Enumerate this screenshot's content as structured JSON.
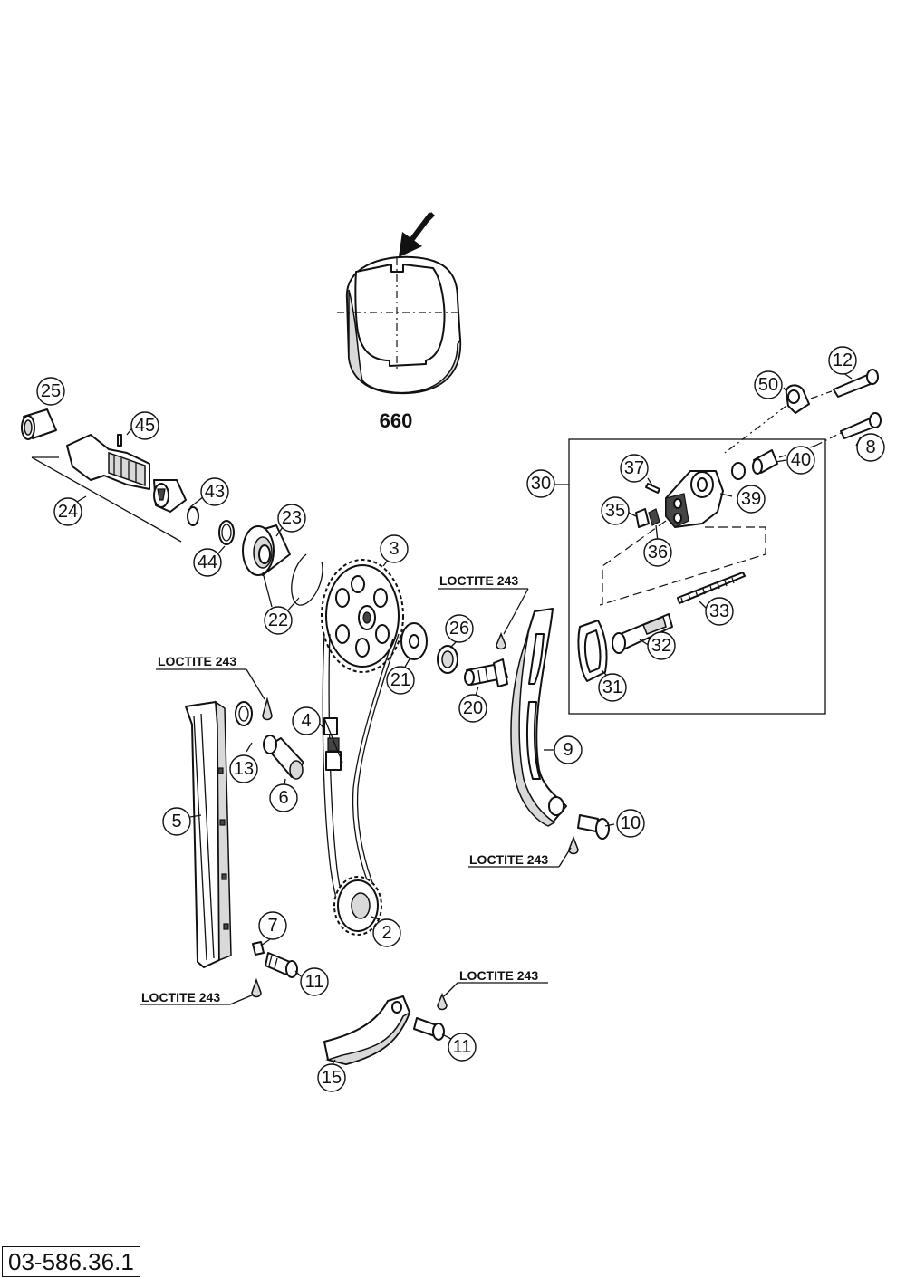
{
  "diagram": {
    "inset_label": "660",
    "document_id": "03-586.36.1",
    "callouts": {
      "c25": "25",
      "c45": "45",
      "c24": "24",
      "c43": "43",
      "c44": "44",
      "c23": "23",
      "c22": "22",
      "c3": "3",
      "c21": "21",
      "c26": "26",
      "c20": "20",
      "c4": "4",
      "c13": "13",
      "c6": "6",
      "c5": "5",
      "c7": "7",
      "c11a": "11",
      "c2": "2",
      "c9": "9",
      "c10": "10",
      "c11b": "11",
      "c15": "15",
      "c50": "50",
      "c12": "12",
      "c8": "8",
      "c40": "40",
      "c39": "39",
      "c37": "37",
      "c35": "35",
      "c36": "36",
      "c30": "30",
      "c33": "33",
      "c32": "32",
      "c31": "31"
    },
    "loctite_labels": {
      "l1": "LOCTITE 243",
      "l2": "LOCTITE 243",
      "l3": "LOCTITE 243",
      "l4": "LOCTITE 243",
      "l5": "LOCTITE 243"
    }
  }
}
